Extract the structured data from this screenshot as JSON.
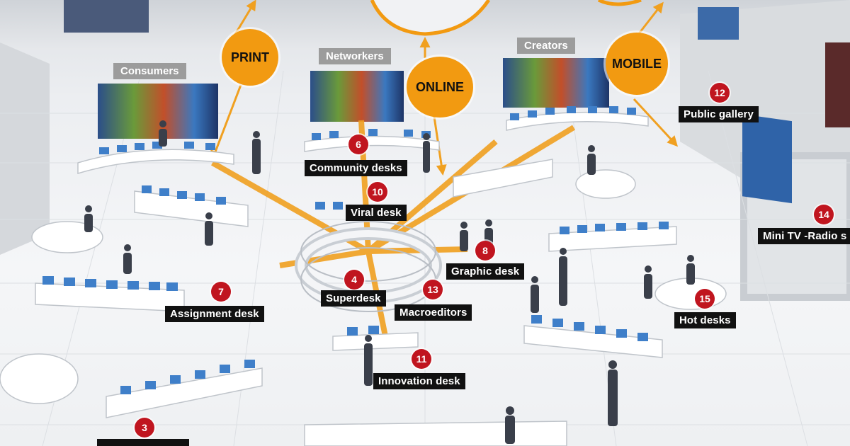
{
  "channels": {
    "print": "PRINT",
    "online": "ONLINE",
    "mobile": "MOBILE"
  },
  "groups": {
    "consumers": "Consumers",
    "networkers": "Networkers",
    "creators": "Creators"
  },
  "zones": [
    {
      "id": "community",
      "number": "6",
      "label": "Community desks"
    },
    {
      "id": "viral",
      "number": "10",
      "label": "Viral desk"
    },
    {
      "id": "graphic",
      "number": "8",
      "label": "Graphic desk"
    },
    {
      "id": "superdesk",
      "number": "4",
      "label": "Superdesk"
    },
    {
      "id": "macro",
      "number": "13",
      "label": "Macroeditors"
    },
    {
      "id": "assignment",
      "number": "7",
      "label": "Assignment desk"
    },
    {
      "id": "innovation",
      "number": "11",
      "label": "Innovation desk"
    },
    {
      "id": "gallery",
      "number": "12",
      "label": "Public gallery"
    },
    {
      "id": "minitv",
      "number": "14",
      "label": "Mini TV -Radio s"
    },
    {
      "id": "hot",
      "number": "15",
      "label": "Hot desks"
    },
    {
      "id": "bottom",
      "number": "3",
      "label": ""
    }
  ],
  "colors": {
    "channel_bubble": "#f29a11",
    "flow_arrow": "#f0a020",
    "marker": "#c0151f",
    "label_bg": "#111111",
    "group_bg": "#9c9c9c"
  }
}
